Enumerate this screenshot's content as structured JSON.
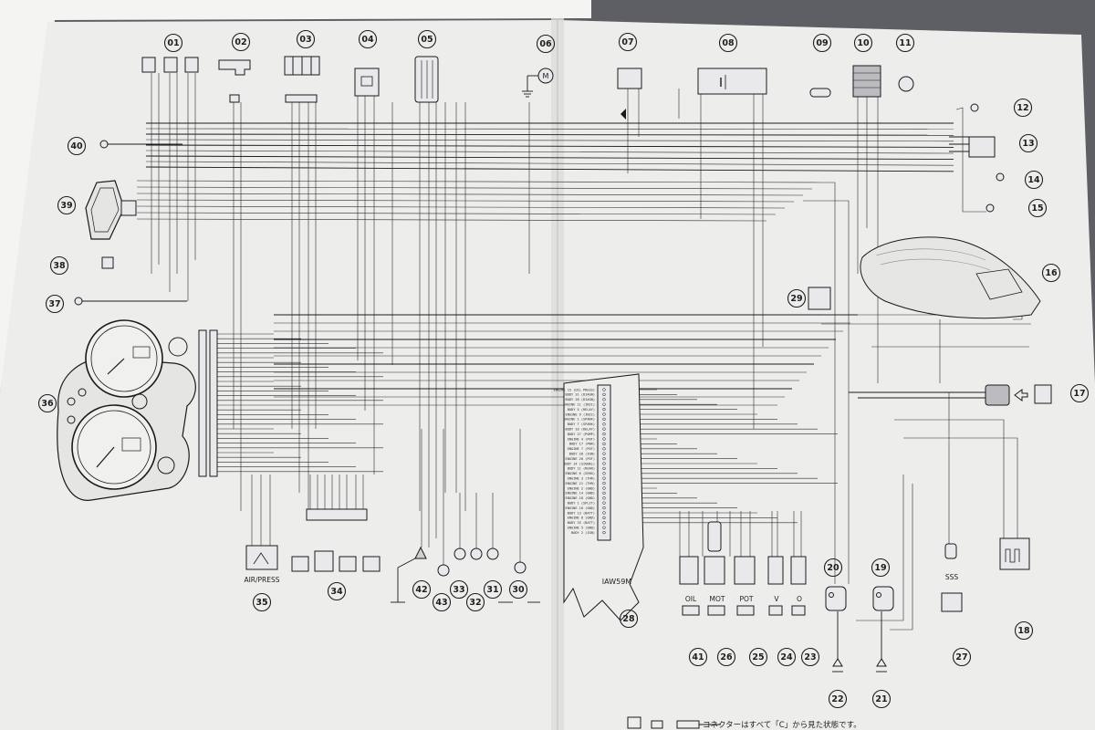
{
  "document": {
    "type": "motorcycle wiring diagram",
    "ecu_label": "IAW59M",
    "footer_text": "コネクターはすべて「C」から見た状態です。",
    "connector_labels": [
      {
        "id": "oil",
        "text": "OIL"
      },
      {
        "id": "mot",
        "text": "MOT"
      },
      {
        "id": "pot",
        "text": "POT"
      },
      {
        "id": "v",
        "text": "V"
      },
      {
        "id": "o",
        "text": "O"
      },
      {
        "id": "sss",
        "text": "SSS"
      },
      {
        "id": "airpress",
        "text": "AIR/PRESS"
      }
    ],
    "callouts": [
      {
        "num": "01"
      },
      {
        "num": "02"
      },
      {
        "num": "03"
      },
      {
        "num": "04"
      },
      {
        "num": "05"
      },
      {
        "num": "06"
      },
      {
        "num": "07"
      },
      {
        "num": "08"
      },
      {
        "num": "09"
      },
      {
        "num": "10"
      },
      {
        "num": "11"
      },
      {
        "num": "12"
      },
      {
        "num": "13"
      },
      {
        "num": "14"
      },
      {
        "num": "15"
      },
      {
        "num": "16"
      },
      {
        "num": "17"
      },
      {
        "num": "18"
      },
      {
        "num": "19"
      },
      {
        "num": "20"
      },
      {
        "num": "21"
      },
      {
        "num": "22"
      },
      {
        "num": "23"
      },
      {
        "num": "24"
      },
      {
        "num": "25"
      },
      {
        "num": "26"
      },
      {
        "num": "27"
      },
      {
        "num": "28"
      },
      {
        "num": "29"
      },
      {
        "num": "30"
      },
      {
        "num": "31"
      },
      {
        "num": "32"
      },
      {
        "num": "33"
      },
      {
        "num": "34"
      },
      {
        "num": "35"
      },
      {
        "num": "36"
      },
      {
        "num": "37"
      },
      {
        "num": "38"
      },
      {
        "num": "39"
      },
      {
        "num": "40"
      },
      {
        "num": "41"
      },
      {
        "num": "42"
      },
      {
        "num": "43"
      }
    ],
    "ecu_pin_labels": [
      "ENGINE 15 (OIL PRESS)",
      "BODY 31 (DIAGN)",
      "BODY 28 (DIAGN)",
      "ENGINE 11 (INJ1)",
      "BODY 5 (RELAY)",
      "ENGINE 9 (INJ2)",
      "ENGINE 1 (SPARK)",
      "BODY 7 (SPARK)",
      "BODY 10 (RELAY)",
      "BODY 27 (PUMP)",
      "ENGINE 4 (POT)",
      "BODY 17 (PWR)",
      "ENGINE 7 (POT)",
      "BODY 20 (IGN)",
      "ENGINE 20 (POT)",
      "BODY 14 (SIGNAL)",
      "BODY 11 (REAR)",
      "ENGINE 6 (SENS)",
      "ENGINE 3 (THR)",
      "ENGINE 21 (THR)",
      "ENGINE 2 (GND)",
      "ENGINE 14 (GND)",
      "ENGINE 18 (GND)",
      "BODY 1 (SPLIT)",
      "ENGINE 10 (GND)",
      "BODY 13 (BATT)",
      "ENGINE 8 (GND)",
      "BODY 33 (BATT)",
      "ENGINE 5 (GND)",
      "BODY 2 (IGN)"
    ]
  }
}
